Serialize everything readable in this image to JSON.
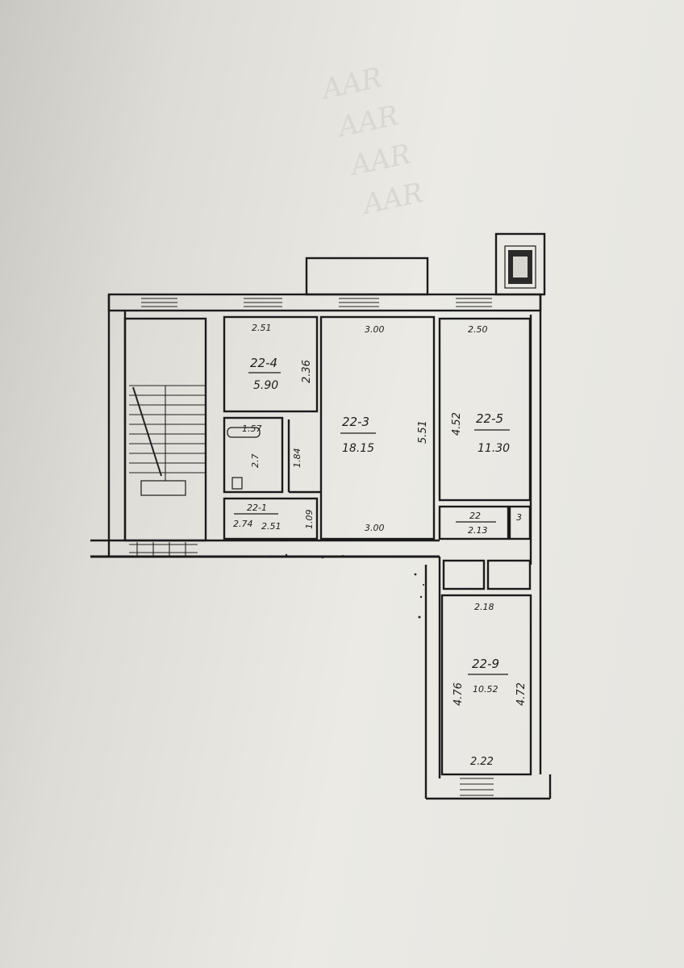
{
  "rooms": [
    {
      "id": "22-4",
      "area": "5.90",
      "width": "2.51",
      "depth": "2.36"
    },
    {
      "id": "22-3",
      "area": "18.15",
      "width_top": "3.00",
      "width_bottom": "3.00",
      "depth": "5.51"
    },
    {
      "id": "22-5",
      "area": "11.30",
      "width": "2.50",
      "depth": "4.52"
    },
    {
      "id": "22-1",
      "area": "2.74",
      "width": "2.51",
      "depth": "1.09"
    },
    {
      "id": "22",
      "width": "2.13"
    },
    {
      "id": "22-9",
      "area": "10.52",
      "width_top": "2.18",
      "width_bottom": "2.22",
      "depth_left": "4.76",
      "depth_right": "4.72"
    }
  ],
  "bathroom": {
    "width": "1.57",
    "area": "2.7",
    "side": "1.84"
  },
  "shaft_label": "3"
}
